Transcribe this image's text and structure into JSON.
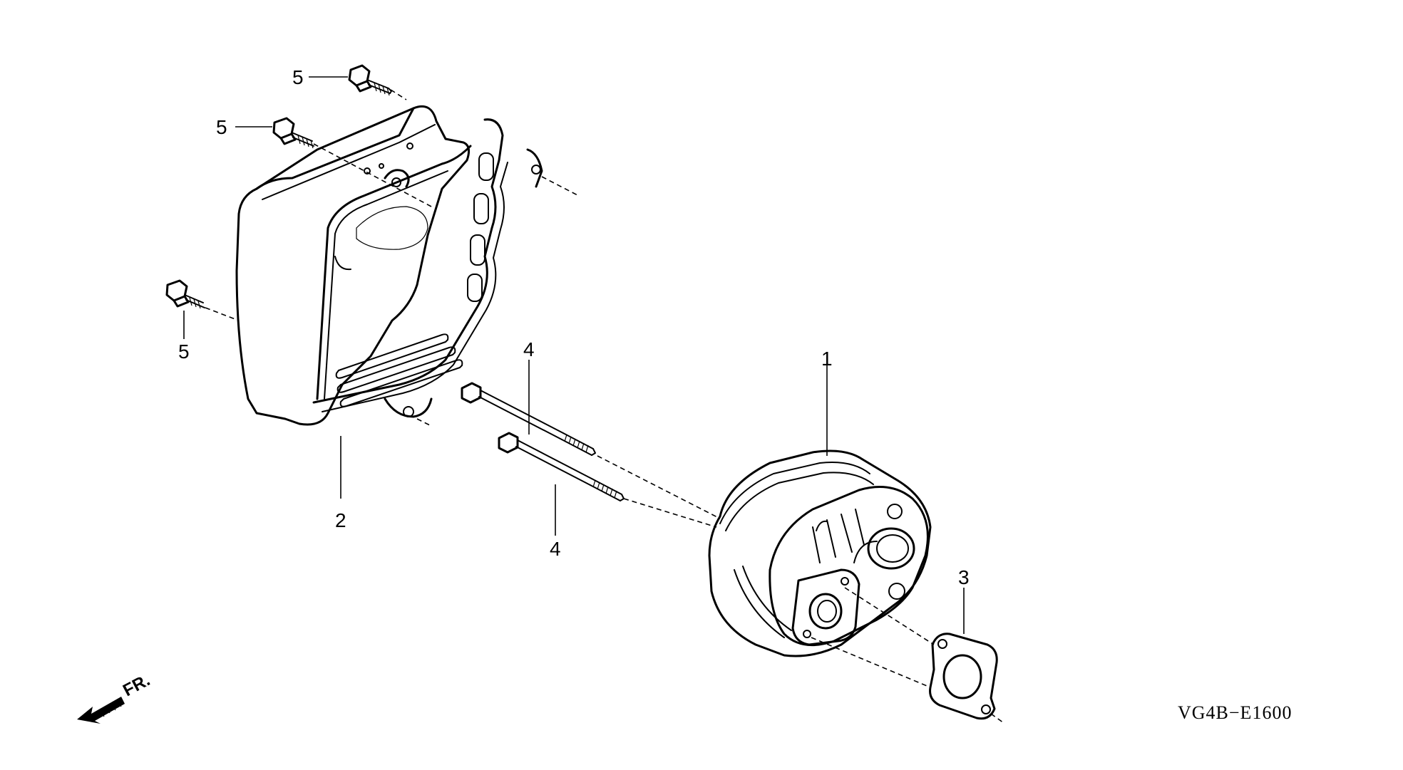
{
  "callouts": {
    "part_1": "1",
    "part_2": "2",
    "part_3": "3",
    "part_4_upper": "4",
    "part_4_lower": "4",
    "part_5_top": "5",
    "part_5_middle": "5",
    "part_5_left": "5"
  },
  "front_indicator": "FR.",
  "drawing_code": "VG4B−E1600"
}
